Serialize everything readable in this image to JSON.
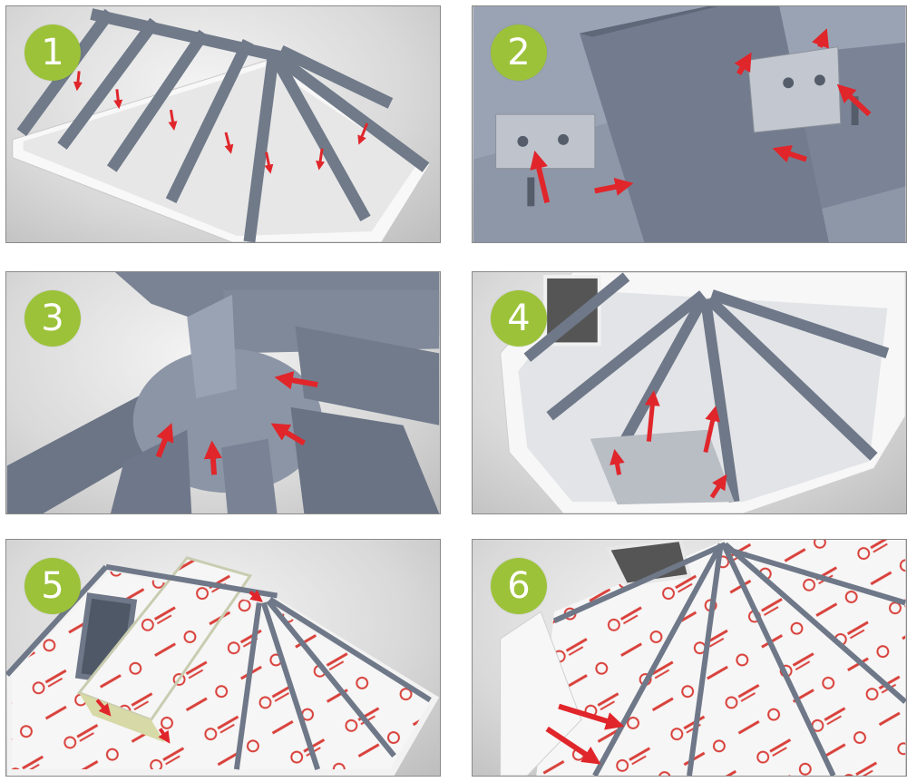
{
  "steps": [
    {
      "number": "1"
    },
    {
      "number": "2"
    },
    {
      "number": "3"
    },
    {
      "number": "4"
    },
    {
      "number": "5"
    },
    {
      "number": "6"
    }
  ],
  "colors": {
    "badge": "#9cc23a",
    "arrow": "#e0262b",
    "frame": "#6f7888",
    "frame_light": "#8c95a5",
    "wall": "#f7f7f7",
    "panel_bg": "#d9d9d9",
    "insulation": "#d7d9a6"
  },
  "icons": [
    "arrow-icon"
  ]
}
